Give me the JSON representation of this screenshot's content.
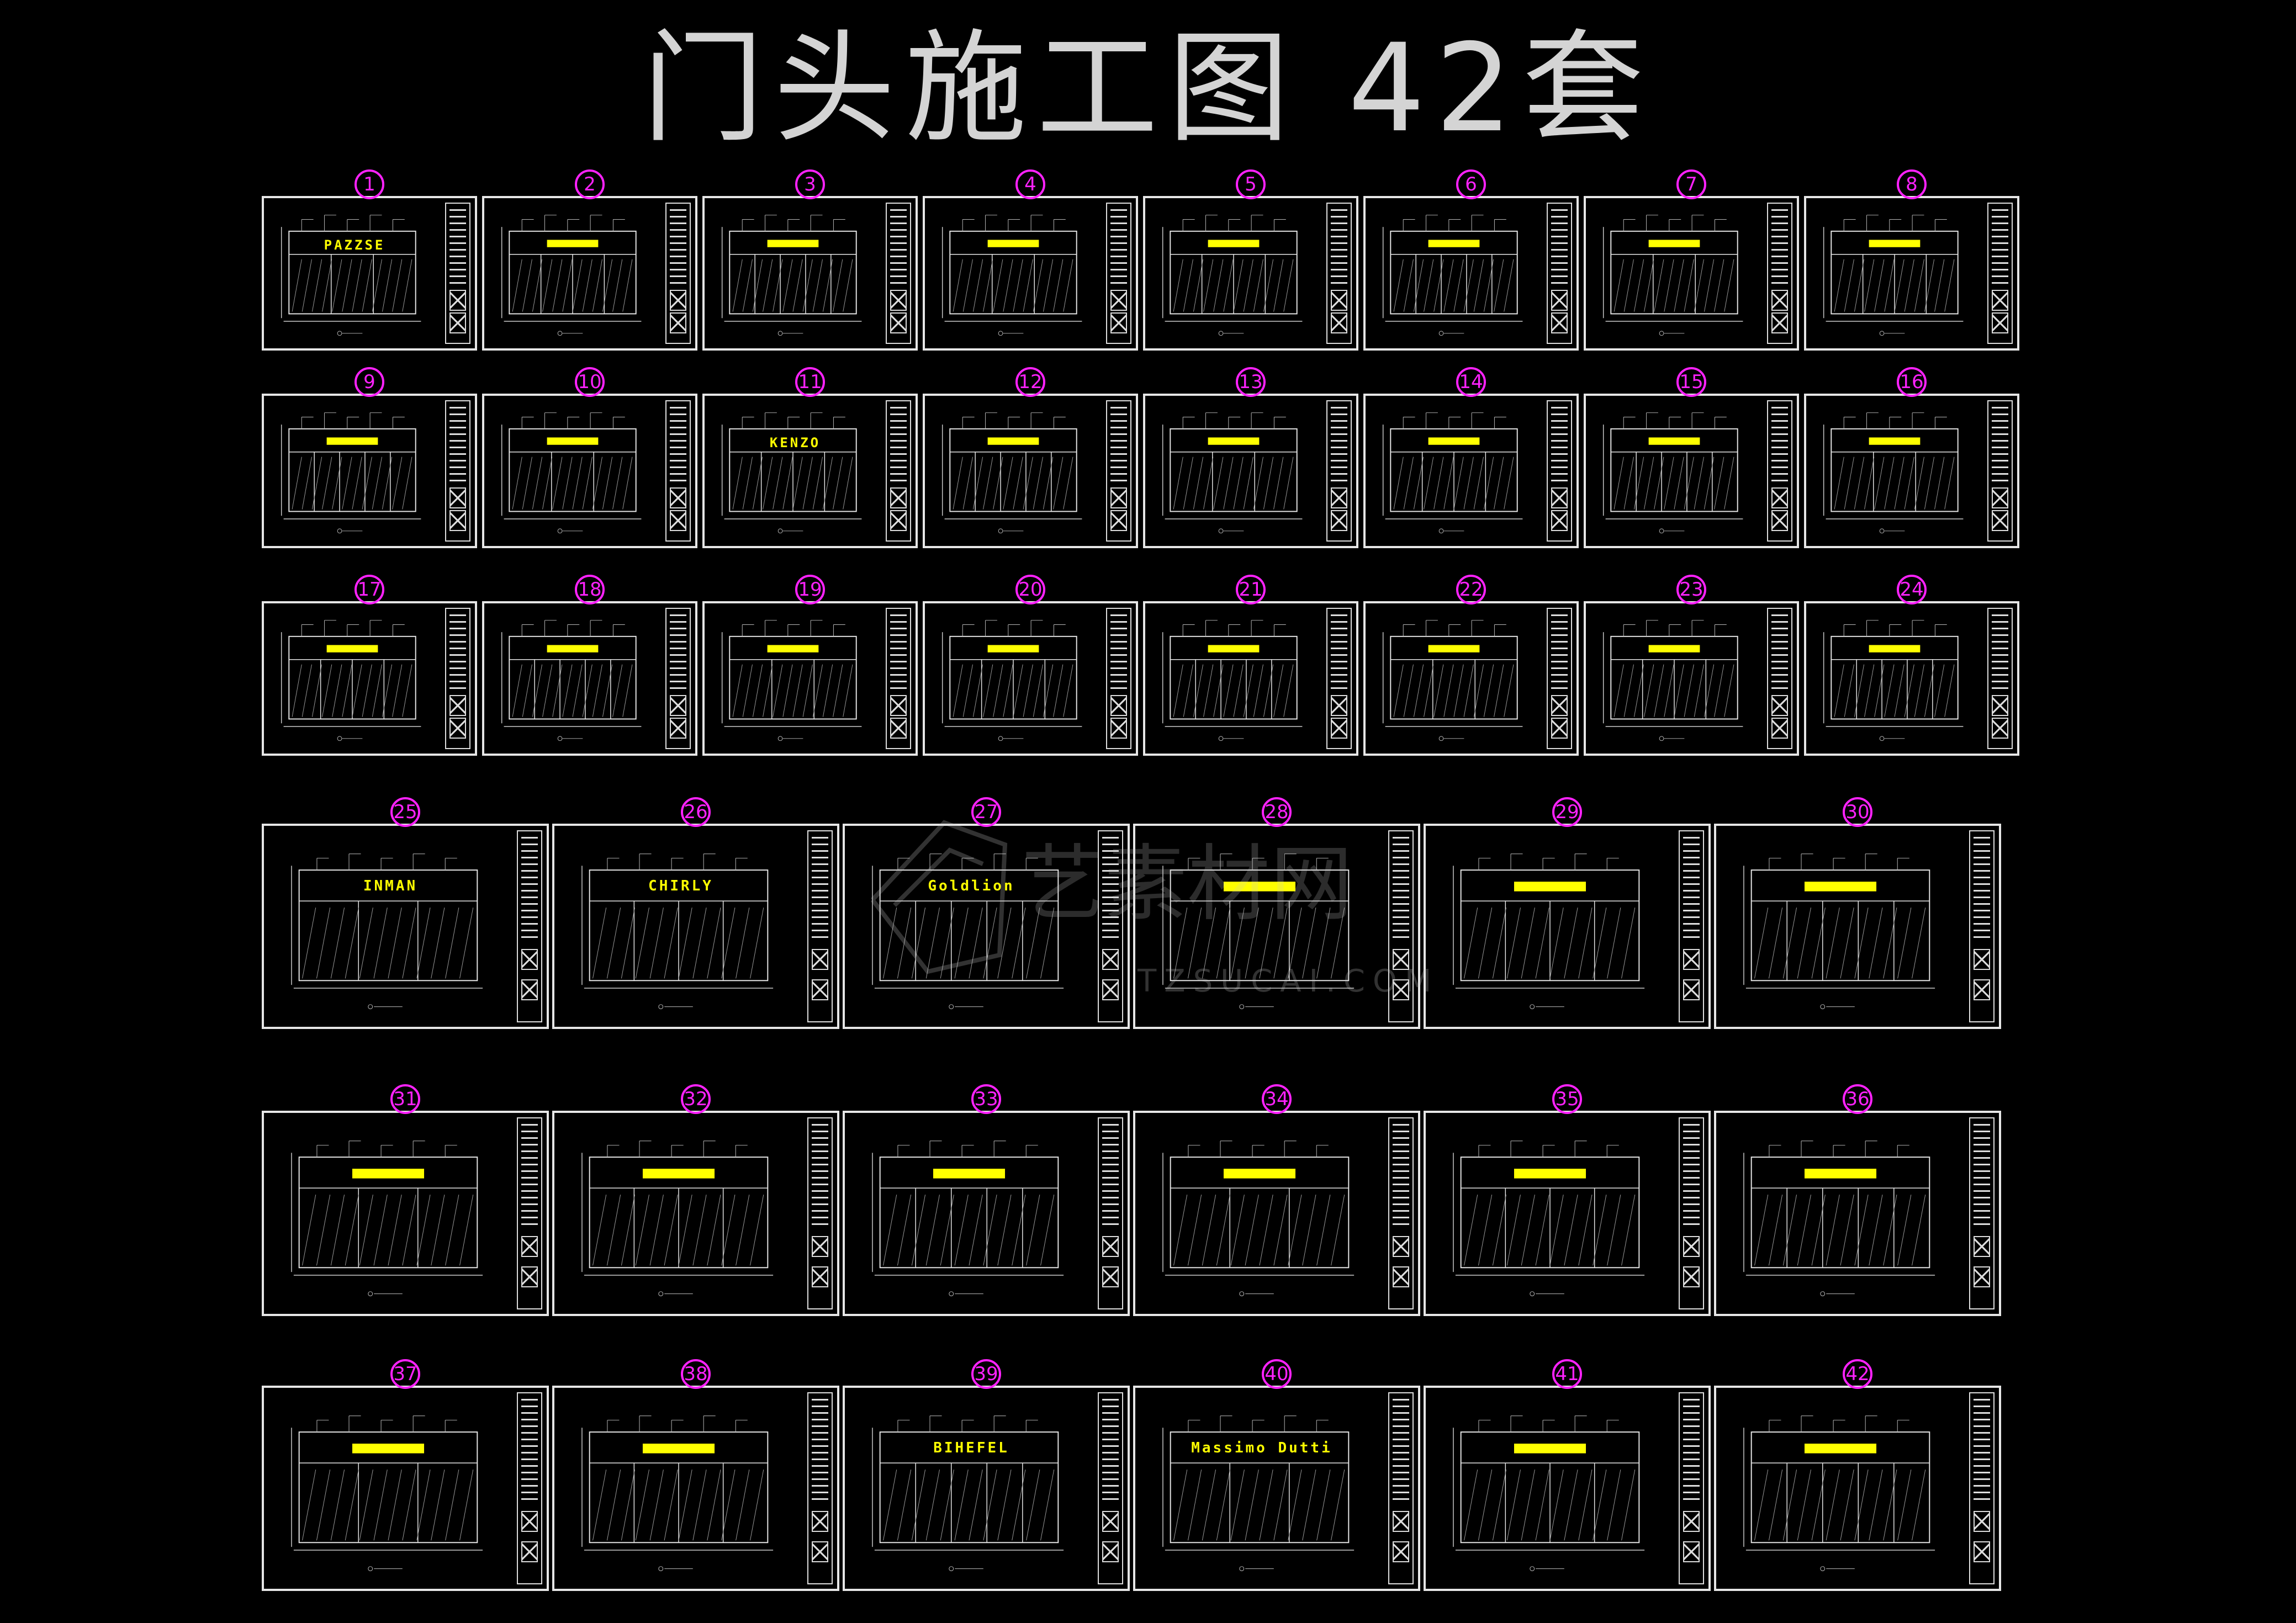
{
  "title": "门头施工图 42套",
  "watermark": {
    "text": "艺素材网",
    "sub": "TZSUCAI.COM"
  },
  "colors": {
    "background": "#000000",
    "line": "#e6e6e6",
    "number": "#ff22ff",
    "sign": "#ffff00"
  },
  "sheets": [
    {
      "number": "1",
      "sign": "PAZZSE"
    },
    {
      "number": "2",
      "sign": ""
    },
    {
      "number": "3",
      "sign": ""
    },
    {
      "number": "4",
      "sign": ""
    },
    {
      "number": "5",
      "sign": ""
    },
    {
      "number": "6",
      "sign": ""
    },
    {
      "number": "7",
      "sign": ""
    },
    {
      "number": "8",
      "sign": ""
    },
    {
      "number": "9",
      "sign": ""
    },
    {
      "number": "10",
      "sign": ""
    },
    {
      "number": "11",
      "sign": "KENZO"
    },
    {
      "number": "12",
      "sign": ""
    },
    {
      "number": "13",
      "sign": ""
    },
    {
      "number": "14",
      "sign": ""
    },
    {
      "number": "15",
      "sign": ""
    },
    {
      "number": "16",
      "sign": ""
    },
    {
      "number": "17",
      "sign": ""
    },
    {
      "number": "18",
      "sign": ""
    },
    {
      "number": "19",
      "sign": ""
    },
    {
      "number": "20",
      "sign": ""
    },
    {
      "number": "21",
      "sign": ""
    },
    {
      "number": "22",
      "sign": ""
    },
    {
      "number": "23",
      "sign": ""
    },
    {
      "number": "24",
      "sign": ""
    },
    {
      "number": "25",
      "sign": "INMAN"
    },
    {
      "number": "26",
      "sign": "CHIRLY"
    },
    {
      "number": "27",
      "sign": "Goldlion"
    },
    {
      "number": "28",
      "sign": ""
    },
    {
      "number": "29",
      "sign": ""
    },
    {
      "number": "30",
      "sign": ""
    },
    {
      "number": "31",
      "sign": ""
    },
    {
      "number": "32",
      "sign": ""
    },
    {
      "number": "33",
      "sign": ""
    },
    {
      "number": "34",
      "sign": ""
    },
    {
      "number": "35",
      "sign": ""
    },
    {
      "number": "36",
      "sign": ""
    },
    {
      "number": "37",
      "sign": ""
    },
    {
      "number": "38",
      "sign": ""
    },
    {
      "number": "39",
      "sign": "BIHEFEL"
    },
    {
      "number": "40",
      "sign": "Massimo Dutti"
    },
    {
      "number": "41",
      "sign": ""
    },
    {
      "number": "42",
      "sign": ""
    }
  ]
}
